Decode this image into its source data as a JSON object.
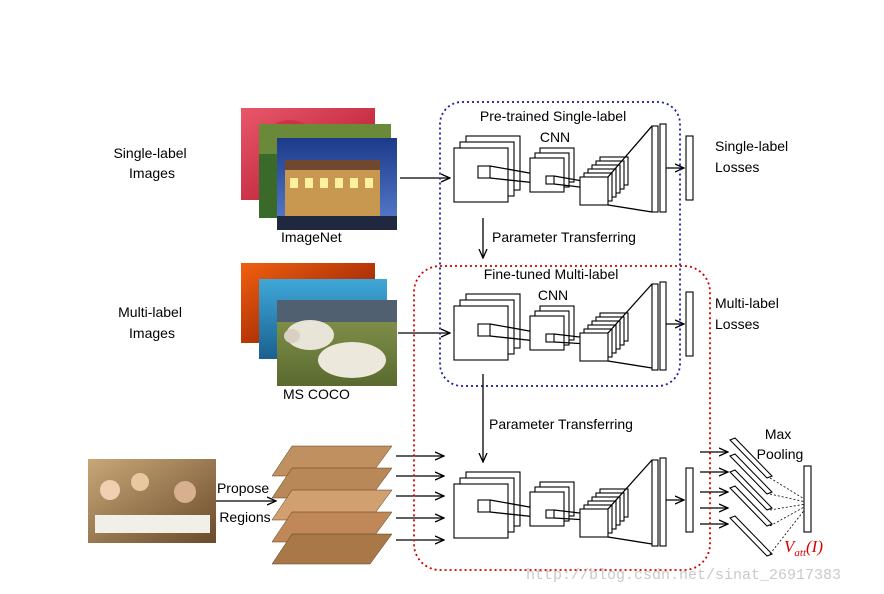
{
  "labels": {
    "single_label_images": [
      "Single-label",
      "Images"
    ],
    "multi_label_images": [
      "Multi-label",
      "Images"
    ],
    "imagenet": "ImageNet",
    "ms_coco": "MS COCO",
    "propose_regions": [
      "Propose",
      "Regions"
    ],
    "pretrained_cnn": [
      "Pre-trained Single-label",
      "CNN"
    ],
    "finetuned_cnn": [
      "Fine-tuned Multi-label",
      "CNN"
    ],
    "parameter_transferring_1": "Parameter Transferring",
    "parameter_transferring_2": "Parameter Transferring",
    "single_label_losses": [
      "Single-label",
      "Losses"
    ],
    "multi_label_losses": [
      "Multi-label",
      "Losses"
    ],
    "max_pooling": [
      "Max",
      "Pooling"
    ],
    "v_att": "V",
    "v_att_sub": "att",
    "v_att_arg": "(I)",
    "watermark": "http://blog.csdn.net/sinat_26917383"
  },
  "colors": {
    "pretrained_box": "#1a1aa0",
    "finetuned_box": "#d40000",
    "v_att": "#e00000"
  },
  "icons": {
    "photos": [
      "rose-photo",
      "leaves-photo",
      "building-photo",
      "lava-photo",
      "boats-photo",
      "sheep-photo",
      "dinner-group-photo",
      "region-crop-photo"
    ]
  }
}
